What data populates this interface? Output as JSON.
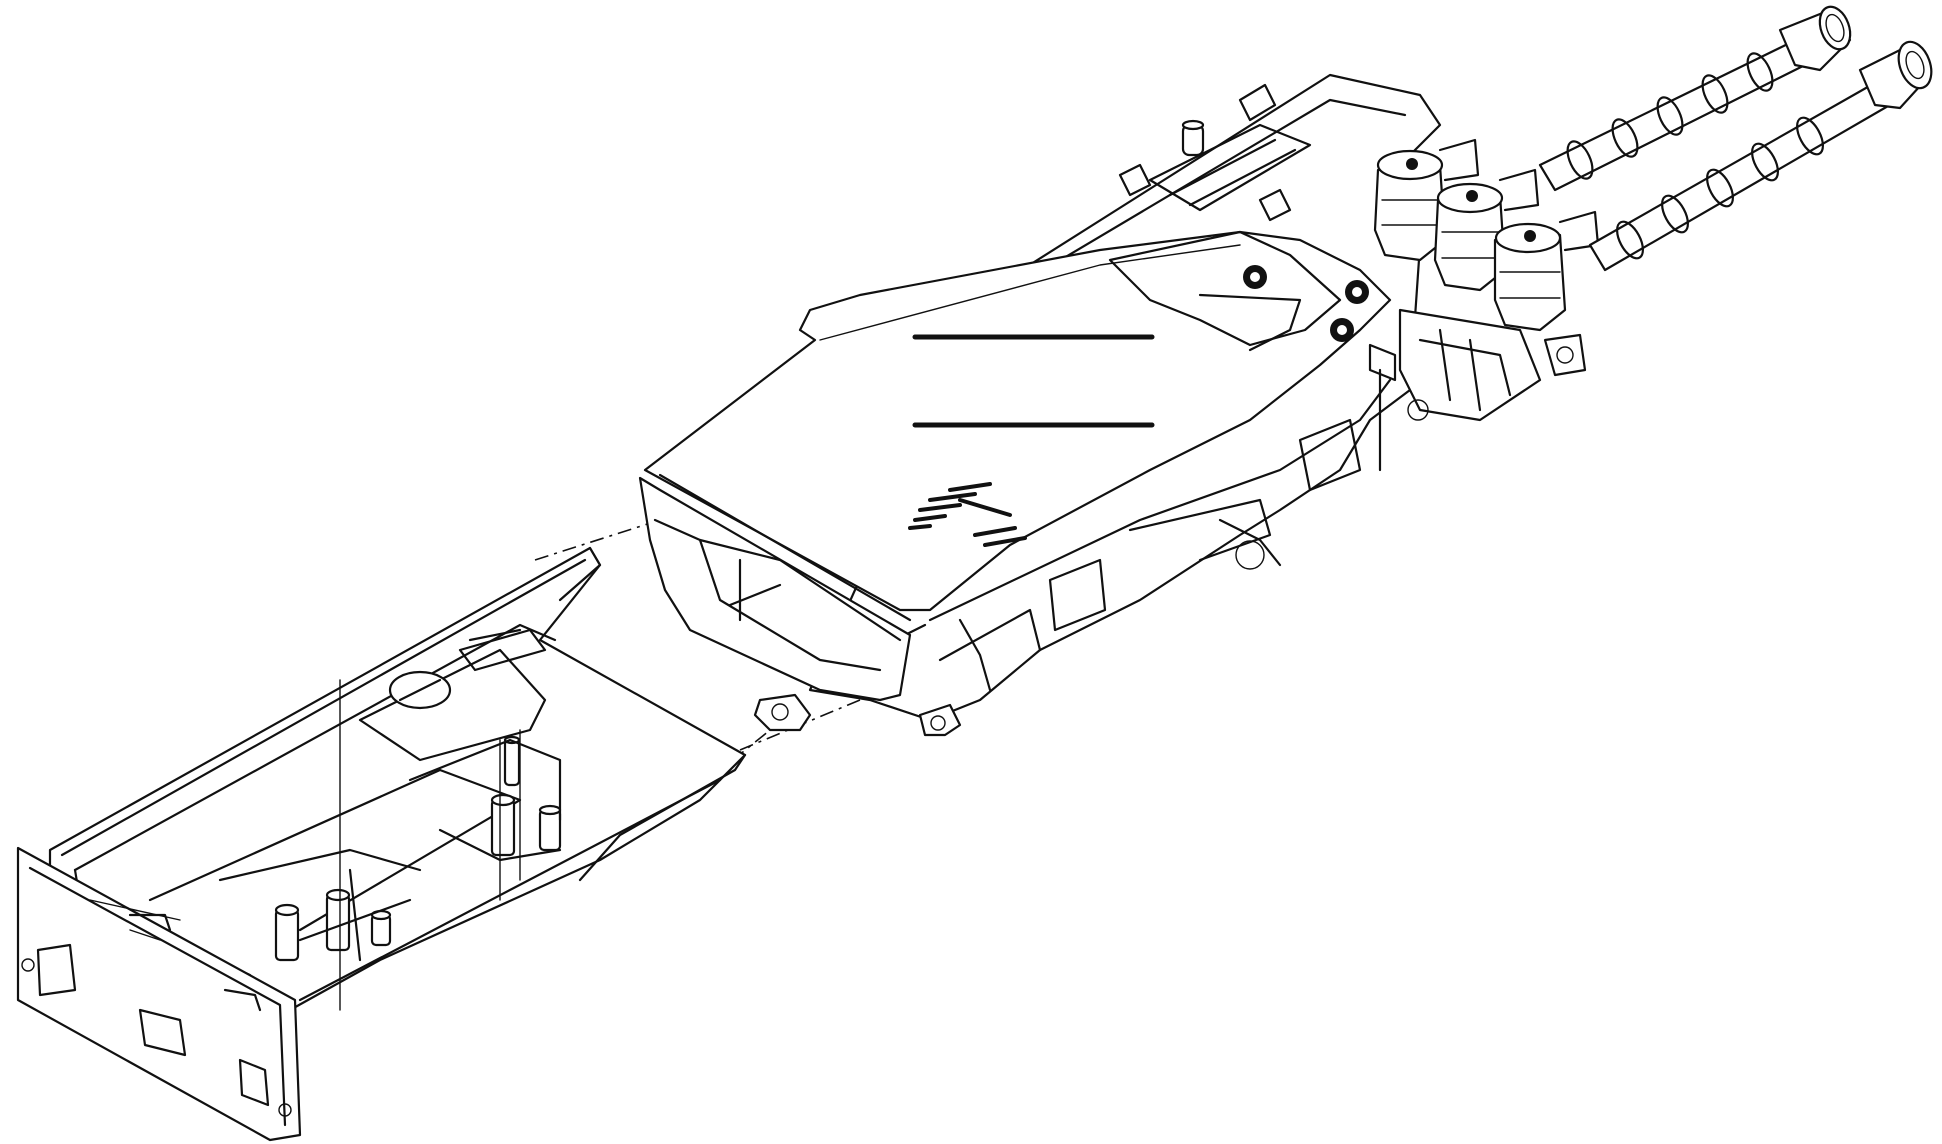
{
  "diagram": {
    "parts": [
      {
        "id": "dispenser-housing",
        "label": ""
      },
      {
        "id": "detergent-drawer",
        "label": ""
      },
      {
        "id": "inlet-valves",
        "label": ""
      },
      {
        "id": "inlet-hoses",
        "label": ""
      }
    ]
  }
}
